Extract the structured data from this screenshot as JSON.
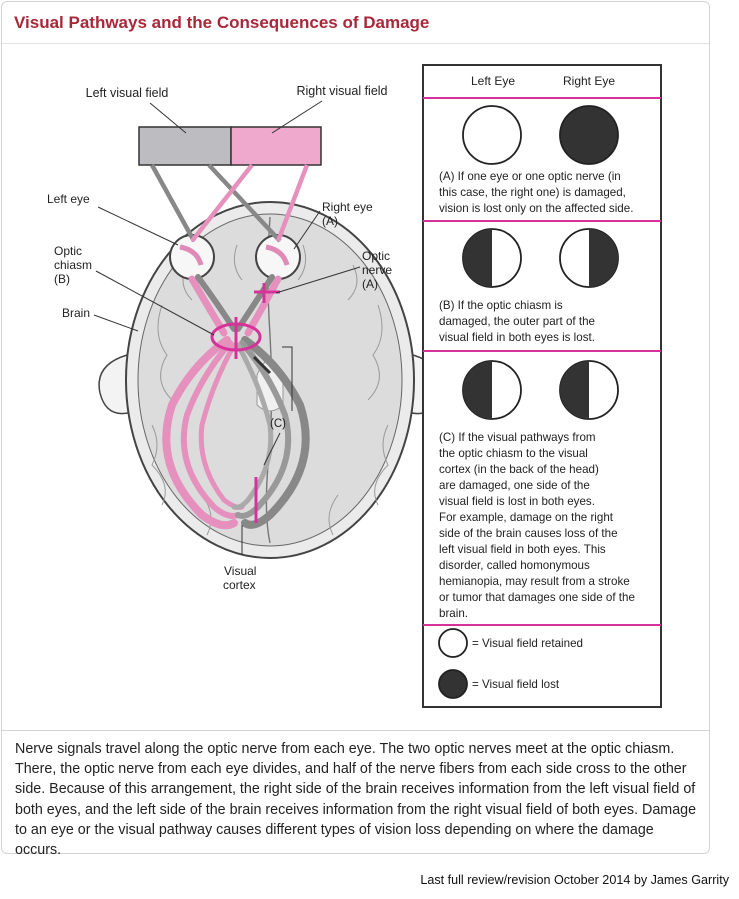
{
  "title": "Visual Pathways and the Consequences of Damage",
  "diagram": {
    "labels": {
      "left_visual_field": "Left visual field",
      "right_visual_field": "Right visual field",
      "left_eye": "Left eye",
      "right_eye_line1": "Right eye",
      "right_eye_line2": "(A)",
      "optic_chiasm_line1": "Optic",
      "optic_chiasm_line2": "chiasm",
      "optic_chiasm_line3": "(B)",
      "optic_nerve_line1": "Optic",
      "optic_nerve_line2": "nerve",
      "optic_nerve_line3": "(A)",
      "brain": "Brain",
      "marker_c": "(C)",
      "visual_cortex_line1": "Visual",
      "visual_cortex_line2": "cortex"
    },
    "colors": {
      "pink": "#e9a6c9",
      "pink_dark": "#d94f9a",
      "gray": "#b8b8bc",
      "magenta": "#d6339a"
    }
  },
  "panel": {
    "header_left": "Left Eye",
    "header_right": "Right Eye",
    "sections": [
      {
        "lines": [
          "(A) If one eye or one optic nerve (in",
          "this case, the right one) is damaged,",
          "vision is lost only on the affected side."
        ]
      },
      {
        "lines": [
          "(B) If the optic chiasm is",
          "damaged, the outer part of the",
          "visual field in both eyes is lost."
        ]
      },
      {
        "lines": [
          "(C) If the visual pathways from",
          "the optic chiasm to the visual",
          "cortex (in the back of the head)",
          "are damaged, one side of the",
          "visual field is lost in both eyes.",
          "For example, damage on the right",
          "side of the brain causes loss of the",
          "left visual field in both eyes. This",
          "disorder, called homonymous",
          "hemianopia, may result from a stroke",
          "or tumor that damages one side of the",
          "brain."
        ]
      }
    ],
    "legend": {
      "retained": "= Visual field retained",
      "lost": "= Visual field lost"
    }
  },
  "caption": "Nerve signals travel along the optic nerve from each eye. The two optic nerves meet at the optic chiasm. There, the optic nerve from each eye divides, and half of the nerve fibers from each side cross to the other side. Because of this arrangement, the right side of the brain receives information from the left visual field of both eyes, and the left side of the brain receives information from the right visual field of both eyes. Damage to an eye or the visual pathway causes different types of vision loss depending on where the damage occurs.",
  "footer": "Last full review/revision October 2014 by James Garrity"
}
